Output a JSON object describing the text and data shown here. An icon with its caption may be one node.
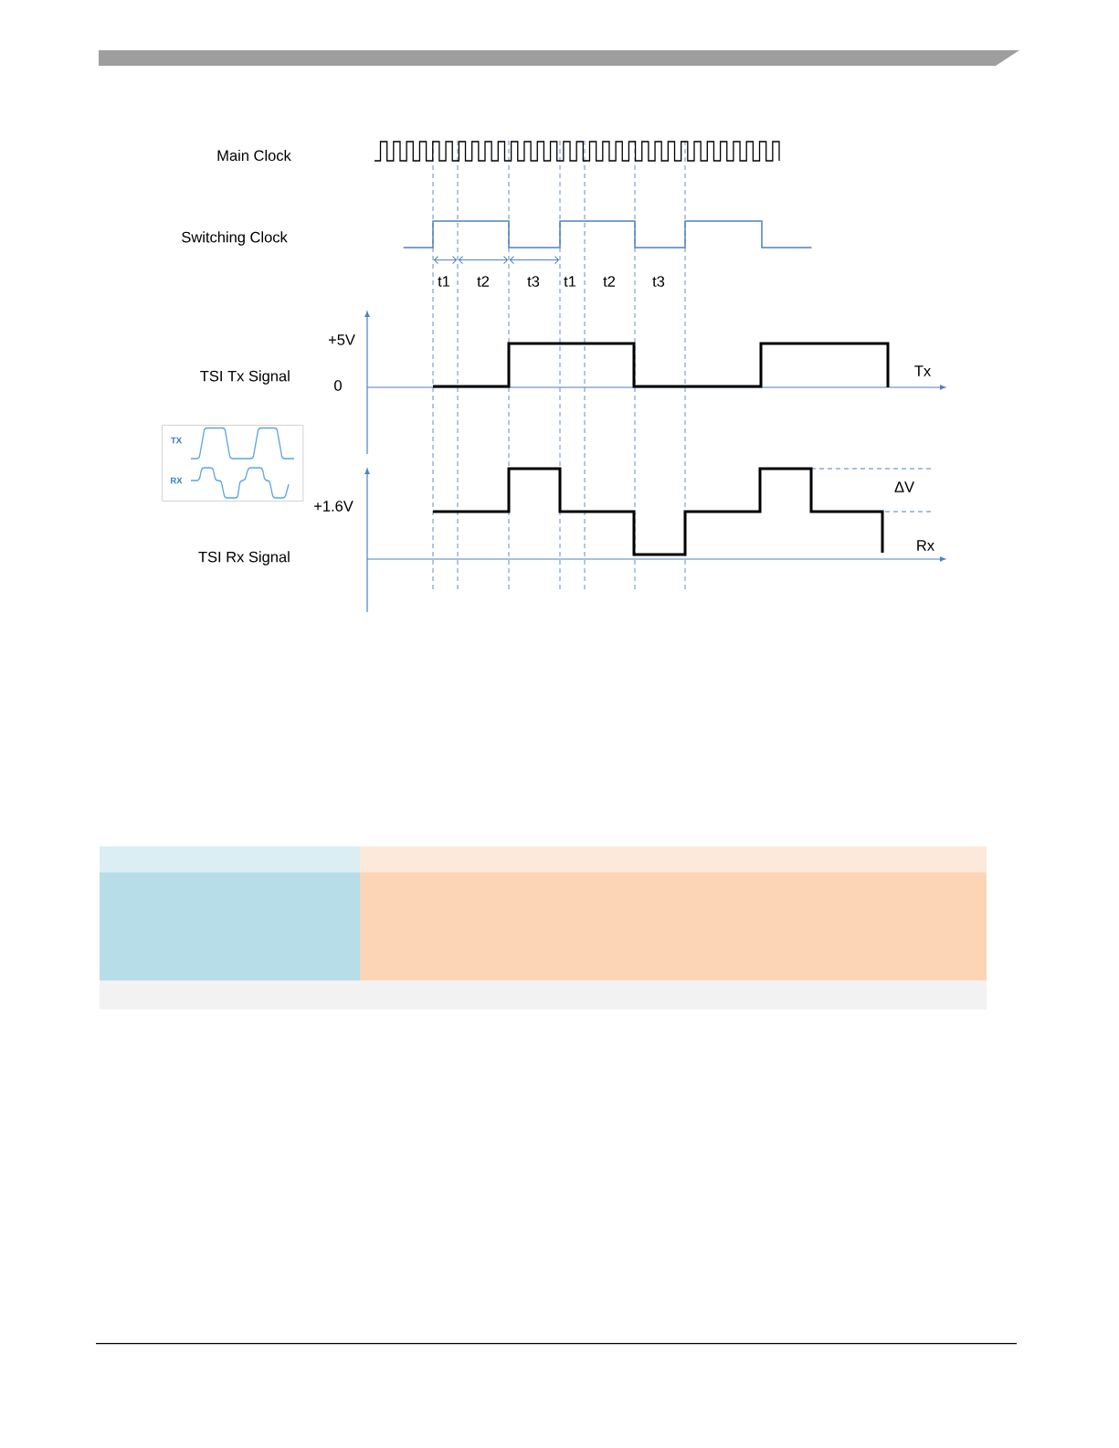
{
  "diagram": {
    "nodes": [
      {
        "text": [
          "TX",
          "RX"
        ]
      }
    ],
    "labels": [
      "Main Clock",
      "Switching Clock",
      "t1",
      "t2",
      "t3",
      "t1",
      "t2",
      "t3",
      "+5V",
      "TSI Tx Signal",
      "0",
      "Tx",
      "+1.6V",
      "ΔV",
      "TSI Rx Signal",
      "Rx"
    ]
  }
}
